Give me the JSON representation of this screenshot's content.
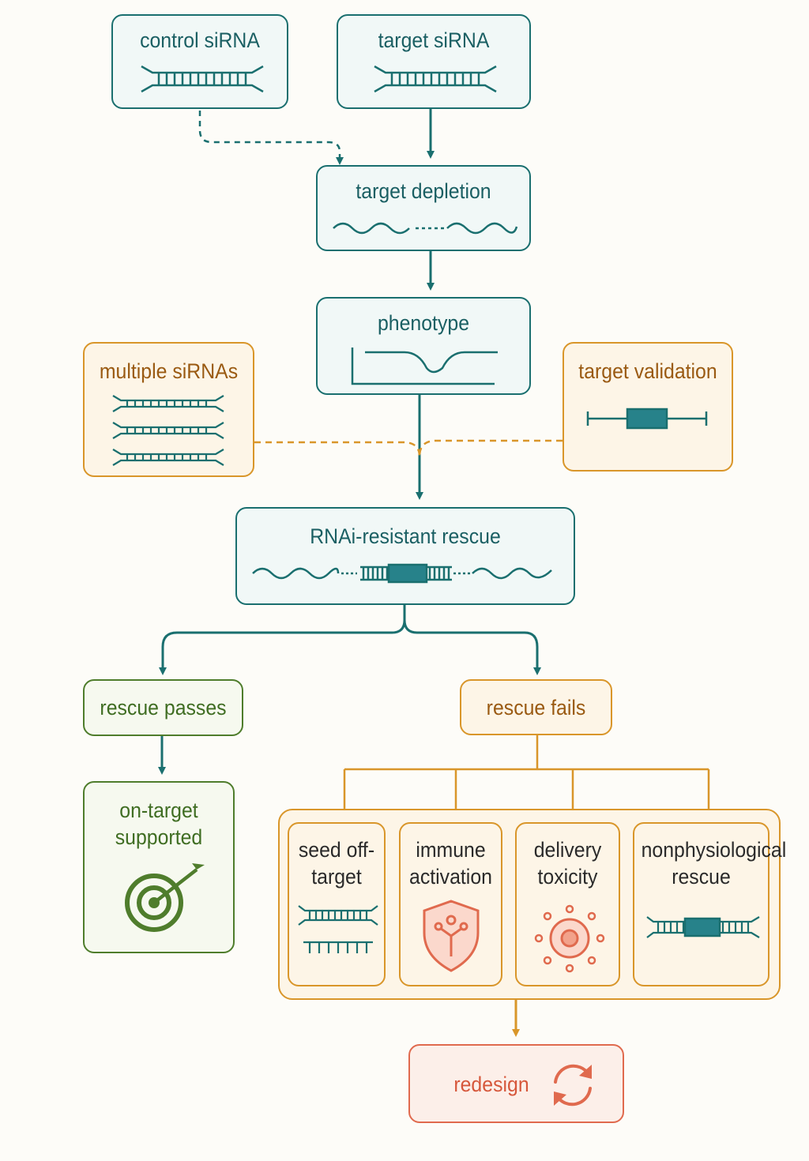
{
  "nodes": {
    "control_sirna": "control siRNA",
    "target_sirna": "target siRNA",
    "target_depletion": "target depletion",
    "phenotype": "phenotype",
    "multiple_sirnas": "multiple siRNAs",
    "target_validation": "target validation",
    "rnai_rescue": "RNAi-resistant rescue",
    "rescue_passes": "rescue passes",
    "rescue_fails": "rescue fails",
    "on_target": "on-target supported",
    "redesign": "redesign"
  },
  "failure_causes": [
    {
      "label": "seed off-target",
      "icon": "sirna-mismatch-icon"
    },
    {
      "label": "immune activation",
      "icon": "shield-icon"
    },
    {
      "label": "delivery toxicity",
      "icon": "toxic-cell-icon"
    },
    {
      "label": "nonphysiological rescue",
      "icon": "overexpression-construct-icon"
    }
  ],
  "colors": {
    "teal": "#1a6f6f",
    "orange": "#d9962a",
    "green": "#4f7d2c",
    "red": "#e06a4e"
  }
}
